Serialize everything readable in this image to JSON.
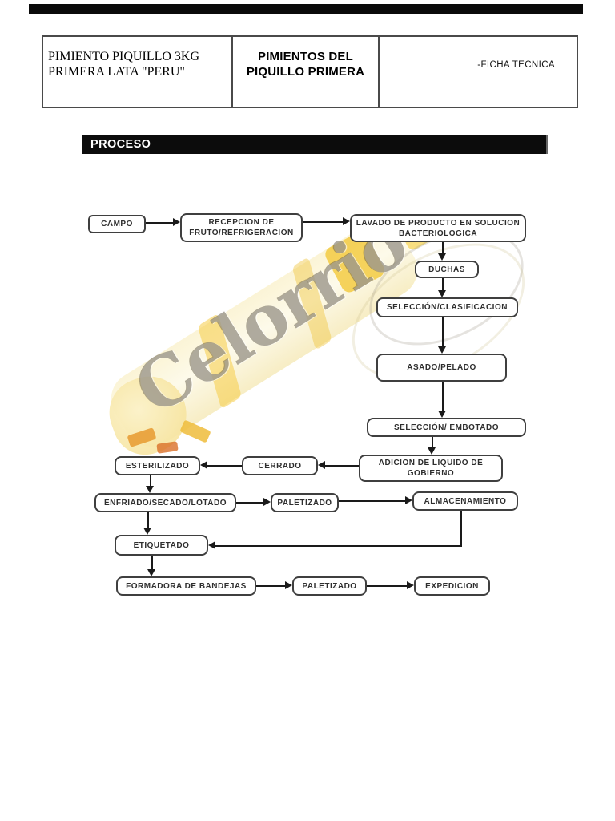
{
  "document": {
    "header": {
      "product_code": "PIMIENTO PIQUILLO 3KG\nPRIMERA LATA \"PERU\"",
      "product_title": "PIMIENTOS DEL\nPIQUILLO PRIMERA",
      "doc_type": "-FICHA TECNICA"
    },
    "section_title": "PROCESO",
    "watermark_text": "Celorrio"
  },
  "flowchart": {
    "nodes": [
      {
        "id": "campo",
        "label": "CAMPO"
      },
      {
        "id": "recepcion",
        "label": "RECEPCION DE\nFRUTO/REFRIGERACION"
      },
      {
        "id": "lavado",
        "label": "LAVADO DE PRODUCTO EN SOLUCION\nBACTERIOLOGICA"
      },
      {
        "id": "duchas",
        "label": "DUCHAS"
      },
      {
        "id": "seleccion-clasificacion",
        "label": "SELECCIÓN/CLASIFICACION"
      },
      {
        "id": "asado-pelado",
        "label": "ASADO/PELADO"
      },
      {
        "id": "seleccion-embotado",
        "label": "SELECCIÓN/ EMBOTADO"
      },
      {
        "id": "adicion-liquido",
        "label": "ADICION DE LIQUIDO DE\nGOBIERNO"
      },
      {
        "id": "cerrado",
        "label": "CERRADO"
      },
      {
        "id": "esterilizado",
        "label": "ESTERILIZADO"
      },
      {
        "id": "enfriado-secado-lotado",
        "label": "ENFRIADO/SECADO/LOTADO"
      },
      {
        "id": "paletizado-1",
        "label": "PALETIZADO"
      },
      {
        "id": "almacenamiento",
        "label": "ALMACENAMIENTO"
      },
      {
        "id": "etiquetado",
        "label": "ETIQUETADO"
      },
      {
        "id": "formadora-bandejas",
        "label": "FORMADORA DE BANDEJAS"
      },
      {
        "id": "paletizado-2",
        "label": "PALETIZADO"
      },
      {
        "id": "expedicion",
        "label": "EXPEDICION"
      }
    ],
    "edges": [
      {
        "from": "campo",
        "to": "recepcion"
      },
      {
        "from": "recepcion",
        "to": "lavado"
      },
      {
        "from": "lavado",
        "to": "duchas"
      },
      {
        "from": "duchas",
        "to": "seleccion-clasificacion"
      },
      {
        "from": "seleccion-clasificacion",
        "to": "asado-pelado"
      },
      {
        "from": "asado-pelado",
        "to": "seleccion-embotado"
      },
      {
        "from": "seleccion-embotado",
        "to": "adicion-liquido"
      },
      {
        "from": "adicion-liquido",
        "to": "cerrado"
      },
      {
        "from": "cerrado",
        "to": "esterilizado"
      },
      {
        "from": "esterilizado",
        "to": "enfriado-secado-lotado"
      },
      {
        "from": "enfriado-secado-lotado",
        "to": "paletizado-1"
      },
      {
        "from": "paletizado-1",
        "to": "almacenamiento"
      },
      {
        "from": "almacenamiento",
        "to": "etiquetado"
      },
      {
        "from": "enfriado-secado-lotado",
        "to": "etiquetado"
      },
      {
        "from": "etiquetado",
        "to": "formadora-bandejas"
      },
      {
        "from": "formadora-bandejas",
        "to": "paletizado-2"
      },
      {
        "from": "paletizado-2",
        "to": "expedicion"
      }
    ]
  },
  "colors": {
    "flow_line": "#1a1a1a",
    "section_bar": "#0c0c0c",
    "watermark_gold": "#F3C838",
    "watermark_cream": "#FCF6D8"
  }
}
